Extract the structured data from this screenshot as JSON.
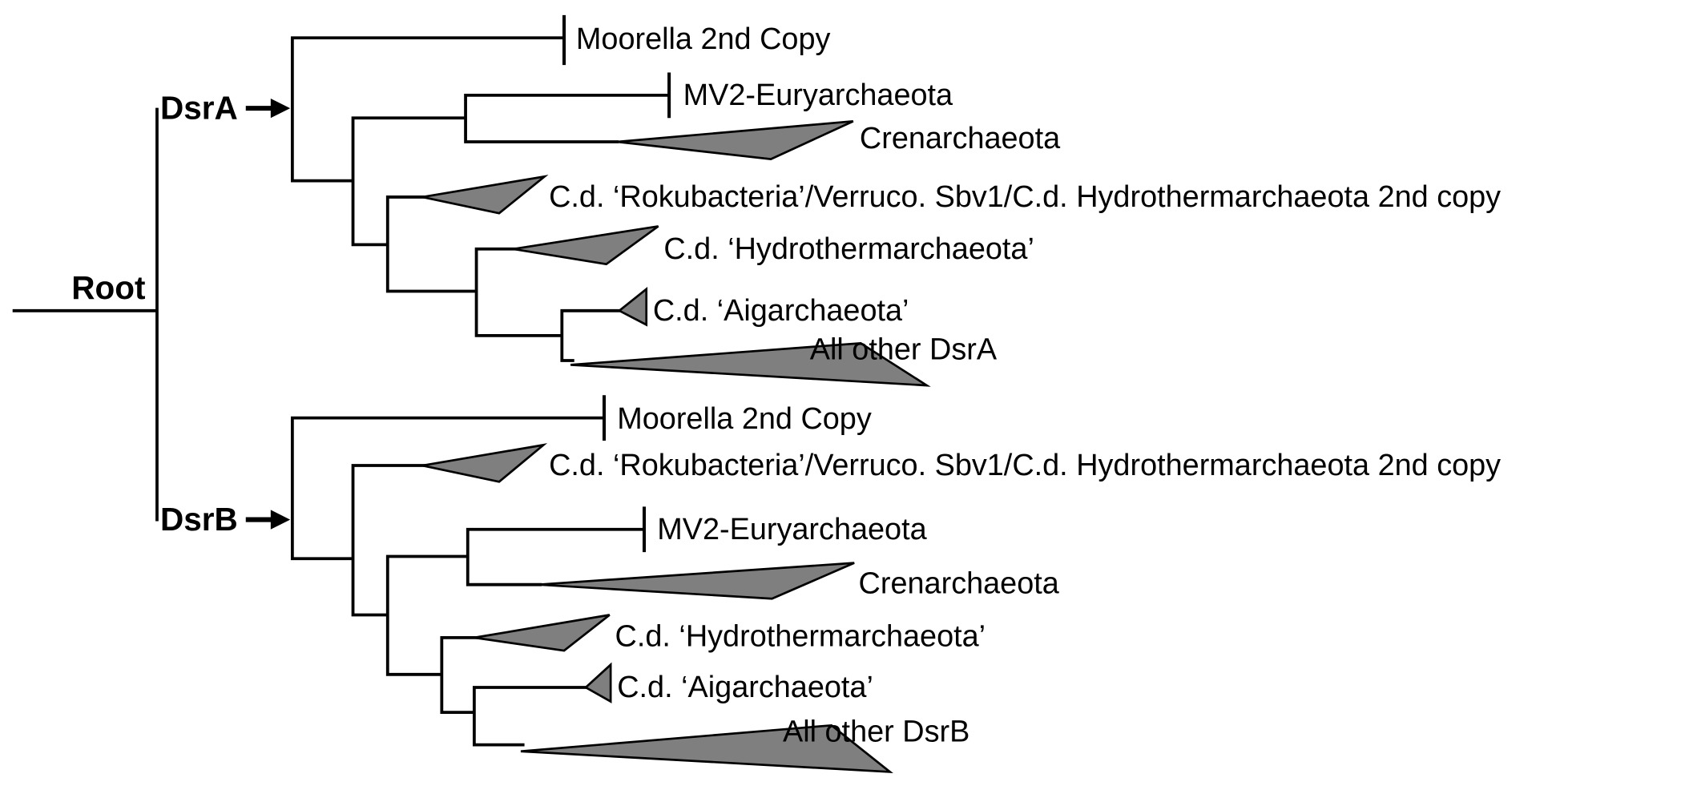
{
  "figure": {
    "type": "phylogenetic-tree",
    "root_label": "Root",
    "colors": {
      "line": "#000000",
      "wedge_fill": "#7f7f7f",
      "highlight_red": "#FF0000"
    },
    "clades": [
      {
        "label": "DsrA",
        "arrow": "→",
        "tips": [
          {
            "label": "Moorella 2nd Copy",
            "collapsed": false,
            "highlighted": false
          },
          {
            "label": "MV2-Euryarchaeota",
            "collapsed": false,
            "highlighted": true
          },
          {
            "label": "Crenarchaeota",
            "collapsed": true,
            "highlighted": false
          },
          {
            "label": "C.d. ‘Rokubacteria’/Verruco. Sbv1/C.d. Hydrothermarchaeota 2nd copy",
            "collapsed": true,
            "highlighted": false
          },
          {
            "label": "C.d. ‘Hydrothermarchaeota’",
            "collapsed": true,
            "highlighted": false
          },
          {
            "label": "C.d. ‘Aigarchaeota’",
            "collapsed": true,
            "highlighted": false
          },
          {
            "label": "All other DsrA",
            "collapsed": true,
            "highlighted": false
          }
        ]
      },
      {
        "label": "DsrB",
        "arrow": "→",
        "tips": [
          {
            "label": "Moorella 2nd Copy",
            "collapsed": false,
            "highlighted": false
          },
          {
            "label": "C.d. ‘Rokubacteria’/Verruco. Sbv1/C.d. Hydrothermarchaeota 2nd copy",
            "collapsed": true,
            "highlighted": false
          },
          {
            "label": "MV2-Euryarchaeota",
            "collapsed": false,
            "highlighted": true
          },
          {
            "label": "Crenarchaeota",
            "collapsed": true,
            "highlighted": false
          },
          {
            "label": "C.d. ‘Hydrothermarchaeota’",
            "collapsed": true,
            "highlighted": false
          },
          {
            "label": "C.d. ‘Aigarchaeota’",
            "collapsed": true,
            "highlighted": false
          },
          {
            "label": "All other DsrB",
            "collapsed": true,
            "highlighted": false
          }
        ]
      }
    ]
  }
}
